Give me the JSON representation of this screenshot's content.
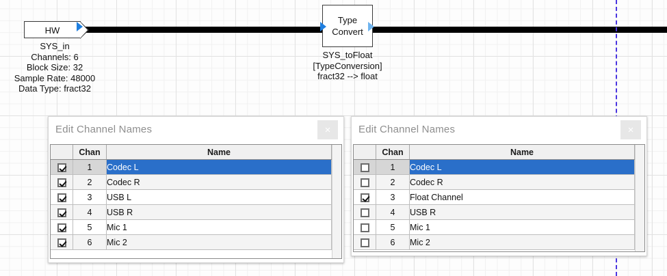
{
  "canvas": {
    "blocks": [
      {
        "id": "hw",
        "label": "HW",
        "caption": "SYS_in\nChannels: 6\nBlock Size: 32\nSample Rate: 48000\nData Type: fract32"
      },
      {
        "id": "type-convert",
        "label_line1": "Type",
        "label_line2": "Convert",
        "caption": "SYS_toFloat\n[TypeConversion]\nfract32 --> float"
      }
    ],
    "guide_color": "#4a35e0",
    "wire_color": "#000000",
    "port_color": "#1f7fe0"
  },
  "dialogs": [
    {
      "id": "left",
      "title": "Edit Channel Names",
      "close_label": "×",
      "columns": [
        "",
        "Chan",
        "Name",
        ""
      ],
      "rows": [
        {
          "checked": true,
          "chan": "1",
          "name": "Codec L",
          "selected": true
        },
        {
          "checked": true,
          "chan": "2",
          "name": "Codec R",
          "selected": false
        },
        {
          "checked": true,
          "chan": "3",
          "name": "USB L",
          "selected": false
        },
        {
          "checked": true,
          "chan": "4",
          "name": "USB R",
          "selected": false
        },
        {
          "checked": true,
          "chan": "5",
          "name": "Mic 1",
          "selected": false
        },
        {
          "checked": true,
          "chan": "6",
          "name": "Mic 2",
          "selected": false
        }
      ]
    },
    {
      "id": "right",
      "title": "Edit Channel Names",
      "close_label": "×",
      "columns": [
        "",
        "Chan",
        "Name",
        ""
      ],
      "rows": [
        {
          "checked": false,
          "chan": "1",
          "name": "Codec L",
          "selected": true
        },
        {
          "checked": false,
          "chan": "2",
          "name": "Codec R",
          "selected": false
        },
        {
          "checked": true,
          "chan": "3",
          "name": "Float Channel",
          "selected": false
        },
        {
          "checked": false,
          "chan": "4",
          "name": "USB R",
          "selected": false
        },
        {
          "checked": false,
          "chan": "5",
          "name": "Mic 1",
          "selected": false
        },
        {
          "checked": false,
          "chan": "6",
          "name": "Mic 2",
          "selected": false
        }
      ]
    }
  ],
  "colors": {
    "selection_blue": "#2a6fc9",
    "title_gray": "#8e8e8e",
    "header_gray": "#f0f0f0"
  }
}
